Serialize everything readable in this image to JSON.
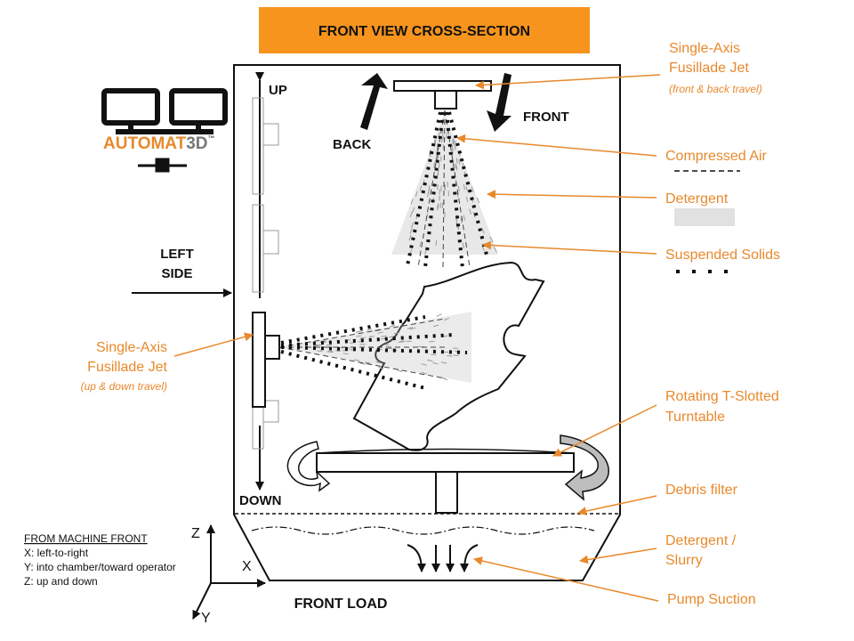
{
  "title": "FRONT VIEW CROSS-SECTION",
  "logo": {
    "text_left": "AUTOMAT",
    "text_right": "3D",
    "tm": "™"
  },
  "directions": {
    "up": "UP",
    "down": "DOWN",
    "back": "BACK",
    "front": "FRONT",
    "left_side_line1": "LEFT",
    "left_side_line2": "SIDE"
  },
  "callouts": {
    "top_jet": {
      "line1": "Single-Axis",
      "line2": "Fusillade Jet",
      "sub": "(front & back travel)"
    },
    "compressed_air": "Compressed Air",
    "detergent": "Detergent",
    "suspended_solids": "Suspended Solids",
    "side_jet": {
      "line1": "Single-Axis",
      "line2": "Fusillade Jet",
      "sub": "(up & down travel)"
    },
    "turntable": {
      "line1": "Rotating T-Slotted",
      "line2": "Turntable"
    },
    "debris_filter": "Debris filter",
    "slurry": {
      "line1": "Detergent /",
      "line2": "Slurry"
    },
    "pump_suction": "Pump Suction"
  },
  "axes": {
    "header": "FROM MACHINE FRONT",
    "x_desc": "X: left-to-right",
    "y_desc": "Y: into chamber/toward operator",
    "z_desc": "Z: up and down",
    "x": "X",
    "y": "Y",
    "z": "Z"
  },
  "front_load": "FRONT LOAD",
  "colors": {
    "accent": "#f7941d",
    "label": "#e8892c",
    "ink": "#111111"
  }
}
